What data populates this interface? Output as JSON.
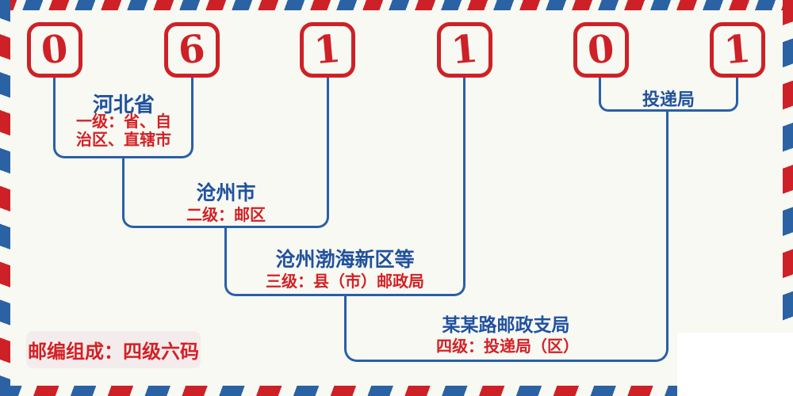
{
  "postal_code": {
    "value": "061101",
    "digits": [
      "0",
      "6",
      "1",
      "1",
      "0",
      "1"
    ]
  },
  "levels": [
    {
      "name": "河北省",
      "desc_lines": [
        "一级：省、自",
        "治区、直辖市"
      ]
    },
    {
      "name": "沧州市",
      "desc_lines": [
        "二级：邮区"
      ]
    },
    {
      "name": "沧州渤海新区等",
      "desc_lines": [
        "三级：县（市）邮政局"
      ]
    },
    {
      "name": "某某路邮政支局",
      "desc_lines": [
        "四级：投递局（区）"
      ]
    }
  ],
  "delivery_office_label": "投递局",
  "badge_text": "邮编组成：四级六码",
  "colors": {
    "red": "#ce2127",
    "red_text": "#d32026",
    "blue_stripe": "#2a62a4",
    "blue_line": "#2a5fa8",
    "blue_text": "#21519f",
    "bg": "#f7f9f2",
    "badge_bg": "#f4ecec",
    "white_patch": "#ffffff"
  }
}
